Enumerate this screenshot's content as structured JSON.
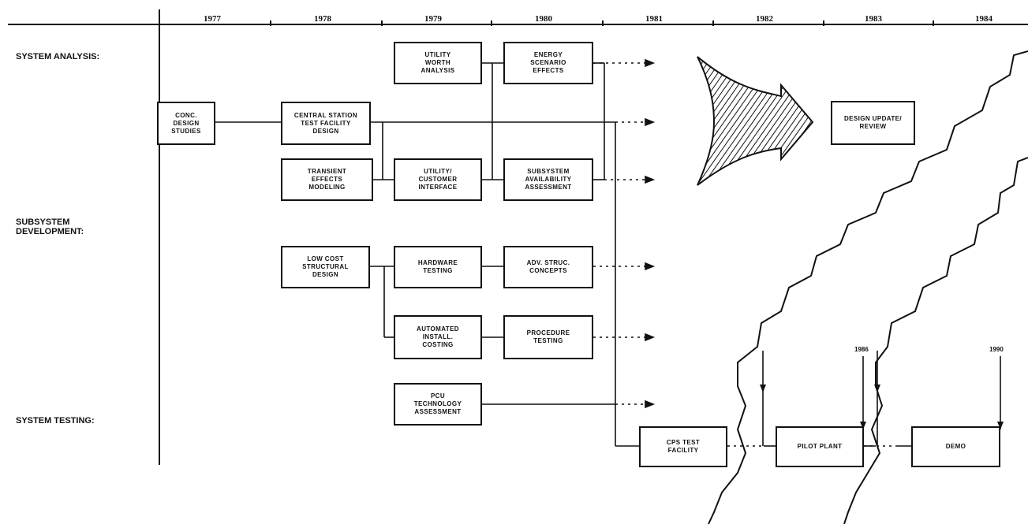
{
  "timeline": {
    "years": [
      "1977",
      "1978",
      "1979",
      "1980",
      "1981",
      "1982",
      "1983",
      "1984"
    ]
  },
  "row_labels": {
    "system_analysis": "SYSTEM ANALYSIS:",
    "subsystem_development": "SUBSYSTEM\nDEVELOPMENT:",
    "system_testing": "SYSTEM TESTING:"
  },
  "boxes": {
    "conc_design": "CONC.\nDESIGN\nSTUDIES",
    "central_station": "CENTRAL STATION\nTEST FACILITY\nDESIGN",
    "transient_effects": "TRANSIENT\nEFFECTS\nMODELING",
    "utility_worth": "UTILITY\nWORTH\nANALYSIS",
    "utility_customer": "UTILITY/\nCUSTOMER\nINTERFACE",
    "energy_scenario": "ENERGY\nSCENARIO\nEFFECTS",
    "subsystem_availability": "SUBSYSTEM\nAVAILABILITY\nASSESSMENT",
    "low_cost_structural": "LOW COST\nSTRUCTURAL\nDESIGN",
    "hardware_testing": "HARDWARE\nTESTING",
    "adv_struc": "ADV. STRUC.\nCONCEPTS",
    "automated_install": "AUTOMATED\nINSTALL.\nCOSTING",
    "procedure_testing": "PROCEDURE\nTESTING",
    "pcu_technology": "PCU\nTECHNOLOGY\nASSESSMENT",
    "design_update": "DESIGN UPDATE/\nREVIEW",
    "cps_test_facility": "CPS TEST\nFACILITY",
    "pilot_plant": "PILOT PLANT",
    "demo": "DEMO"
  },
  "markers": {
    "pilot_year": "1986",
    "demo_year": "1990"
  }
}
